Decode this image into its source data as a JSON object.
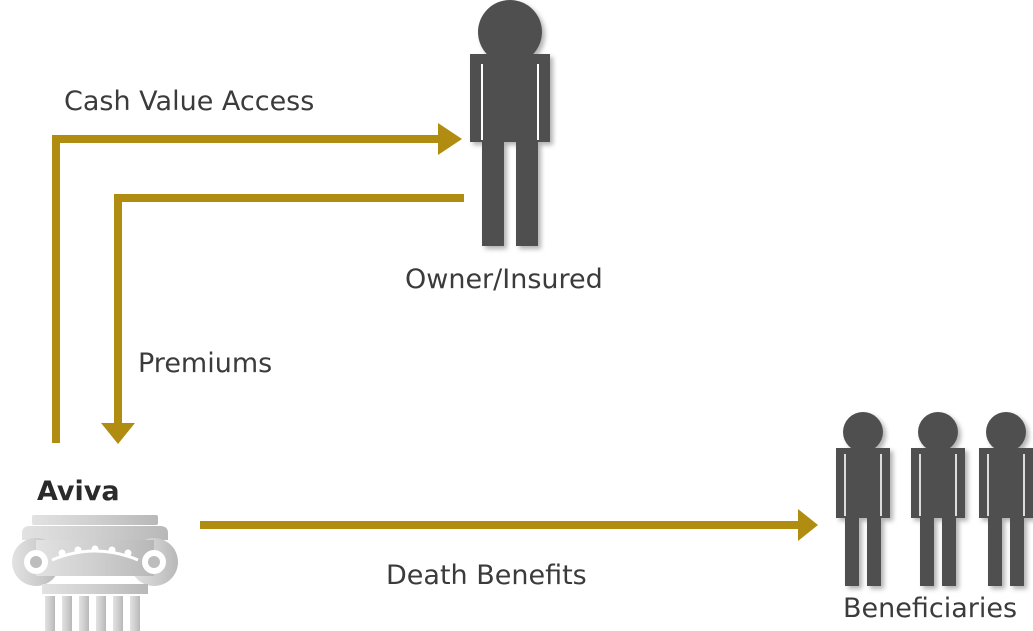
{
  "labels": {
    "cash_value_access": "Cash Value Access",
    "owner_insured": "Owner/Insured",
    "premiums": "Premiums",
    "aviva": "Aviva",
    "death_benefits": "Death Benefits",
    "beneficiaries": "Beneficiaries"
  },
  "colors": {
    "arrow": "#b08d10",
    "figure": "#505050",
    "column": "#c9c9c9"
  }
}
